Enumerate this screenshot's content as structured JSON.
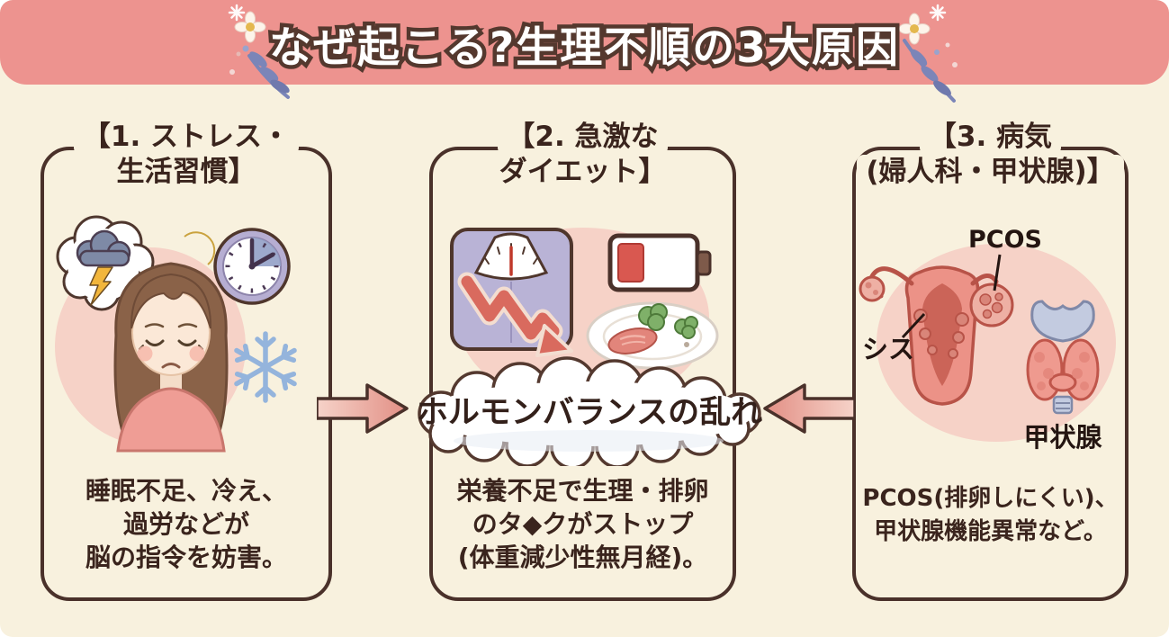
{
  "banner": {
    "title": "なぜ起こる?生理不順の3大原因"
  },
  "center": {
    "cloud_text": "ホルモンバランスの乱れ"
  },
  "panels": [
    {
      "heading": [
        "【1. ストレス・",
        "生活習慣】"
      ],
      "body": [
        "睡眠不足、冷え、",
        "過労などが",
        "脳の指令を妨害。"
      ],
      "icons": [
        "thought-storm-cloud",
        "lightning",
        "crescent-moon",
        "clock",
        "snowflake",
        "sad-woman"
      ]
    },
    {
      "heading": [
        "【2. 急激な",
        "ダイエット】"
      ],
      "body": [
        "栄養不足で生理・排卵",
        "のタ◆クがストップ",
        "(体重減少性無月経)。"
      ],
      "icons": [
        "weight-scale-down-arrow",
        "low-battery",
        "small-meal-plate"
      ]
    },
    {
      "heading": [
        "【3. 病気",
        "(婦人科・甲状腺)】"
      ],
      "body": [
        "PCOS(排卵しにくい)、",
        "甲状腺機能異常など。"
      ],
      "labels": {
        "pcos": "PCOS",
        "cyst": "シス",
        "thyroid": "甲状腺"
      },
      "icons": [
        "uterus-ovaries",
        "thyroid-gland"
      ]
    }
  ],
  "colors": {
    "banner_pink": "#ed938f",
    "background_cream": "#f8f1de",
    "panel_border_brown": "#4a312a",
    "text_brown": "#3a241d",
    "panel_circle_pink": "#f6d2c7",
    "arrow_pink": "#e8998f",
    "cloud_white": "#ffffff"
  }
}
